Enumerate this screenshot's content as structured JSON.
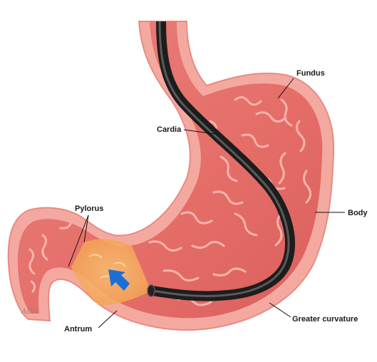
{
  "labels": {
    "fundus": "Fundus",
    "cardia": "Cardia",
    "body": "Body",
    "pylorus": "Pylorus",
    "antrum": "Antrum",
    "greater_curvature": "Greater curvature"
  },
  "signature": "ABD",
  "colors": {
    "outer_wall": "#f2a49a",
    "inner_lining": "#e8736c",
    "fold": "#f4aaa2",
    "antrum_highlight": "#f7b25a",
    "endoscope": "#2a2a2a",
    "arrow": "#1a6fd6"
  }
}
